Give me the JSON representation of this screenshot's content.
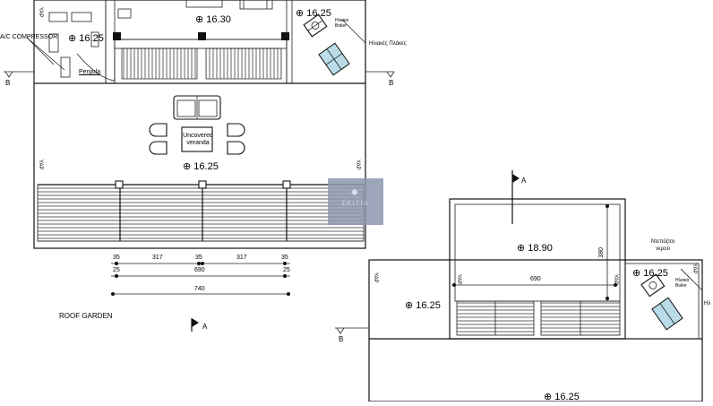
{
  "plan_left": {
    "title": "ROOF GARDEN",
    "level_top": "16.30",
    "level_top_right": "16.25",
    "level_left": "16.25",
    "level_terrace": "16.25",
    "compressor_label": "A/C COMPRESSOR",
    "pergola_label": "Pergola",
    "veranda_label_1": "Uncovered",
    "veranda_label_2": "veranda",
    "solar_label": "Ηλιακές Πλάκες",
    "boiler_label_1": "Ηλιακό",
    "boiler_label_2": "Boiler",
    "yap_label": "ΥΑΡ",
    "section_b": "B",
    "section_a": "A",
    "dim_35": "35",
    "dim_25": "25",
    "dim_317": "317",
    "dim_690": "690",
    "dim_740": "740"
  },
  "plan_right": {
    "level_upper": "18.90",
    "level_left": "16.25",
    "level_right": "16.25",
    "level_bottom": "16.25",
    "dim_380": "380",
    "dim_690": "690",
    "tank_label_1": "Ντεπόζιτο",
    "tank_label_2": "νερού",
    "boiler_label_1": "Ηλιακό",
    "boiler_label_2": "Boiler",
    "solar_partial": "Ηλ",
    "yap_label": "ΥΑΡ",
    "section_a": "A",
    "section_b": "B"
  },
  "watermark": {
    "text": "ΣΠΙΤΙΑ",
    "color": "#8d97ae"
  }
}
